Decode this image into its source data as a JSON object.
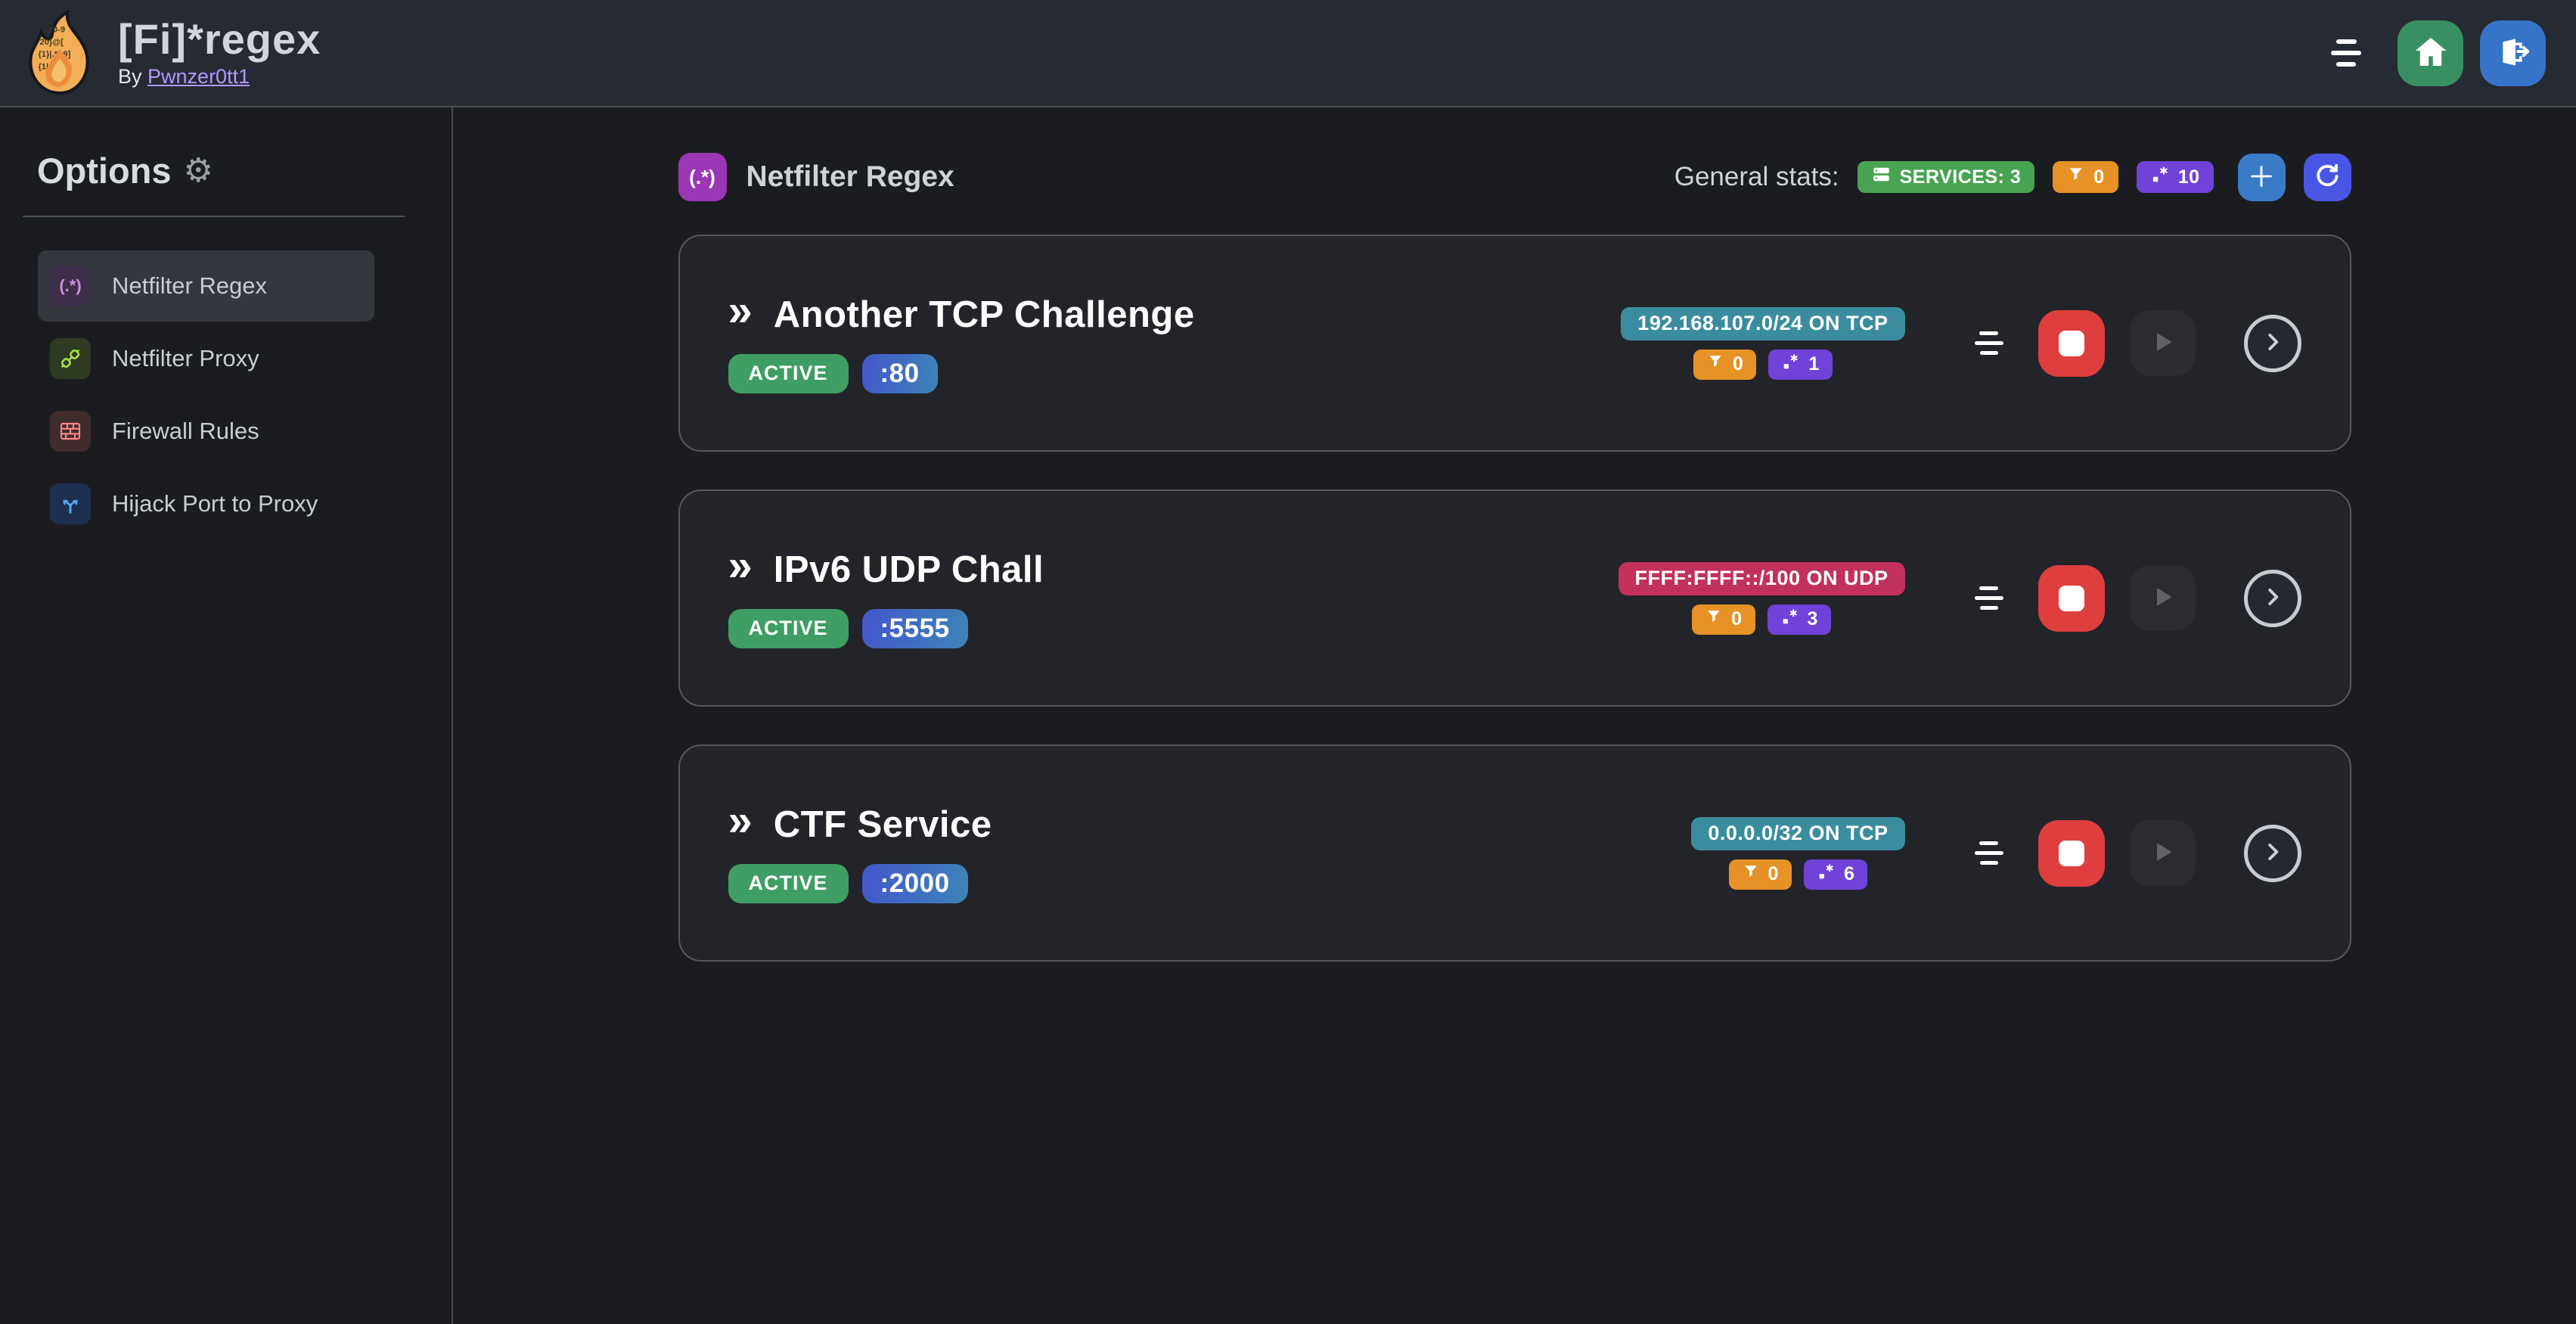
{
  "icons": {
    "gear": "⚙",
    "double_chevron": "»",
    "regex_glyph": "(.*)"
  },
  "navbar": {
    "title": "[Fi]*regex",
    "byline_prefix": "By",
    "author": "Pwnzer0tt1"
  },
  "sidebar": {
    "heading": "Options",
    "items": [
      {
        "label": "Netfilter Regex"
      },
      {
        "label": "Netfilter Proxy"
      },
      {
        "label": "Firewall Rules"
      },
      {
        "label": "Hijack Port to Proxy"
      }
    ]
  },
  "main": {
    "header": {
      "title": "Netfilter Regex",
      "stats_label": "General stats:",
      "services_label": "SERVICES: 3",
      "filters_count": "0",
      "regexes_count": "10"
    },
    "services": [
      {
        "name": "Another TCP Challenge",
        "status": "ACTIVE",
        "port": ":80",
        "cidr": "192.168.107.0/24 ON TCP",
        "filters": "0",
        "regexes": "1"
      },
      {
        "name": "IPv6 UDP Chall",
        "status": "ACTIVE",
        "port": ":5555",
        "cidr": "FFFF:FFFF::/100 ON UDP",
        "filters": "0",
        "regexes": "3"
      },
      {
        "name": "CTF Service",
        "status": "ACTIVE",
        "port": ":2000",
        "cidr": "0.0.0.0/32 ON TCP",
        "filters": "0",
        "regexes": "6"
      }
    ]
  },
  "colors": {
    "accent_purple": "#9b36b5",
    "badge_green": "#48a453",
    "badge_orange": "#e69226",
    "badge_violet": "#6f42d8",
    "badge_teal": "#3a8d9e",
    "badge_pink": "#c2305c",
    "active_green": "#3f9e63",
    "port_gradient_start": "#4456cb",
    "port_gradient_end": "#3d84b8",
    "stop_red": "#df3e3e",
    "home_green": "#389062",
    "logout_blue": "#3674c9",
    "add_blue": "#3a7bc8",
    "refresh_indigo": "#4956e3",
    "link_violet": "#b197fc"
  }
}
